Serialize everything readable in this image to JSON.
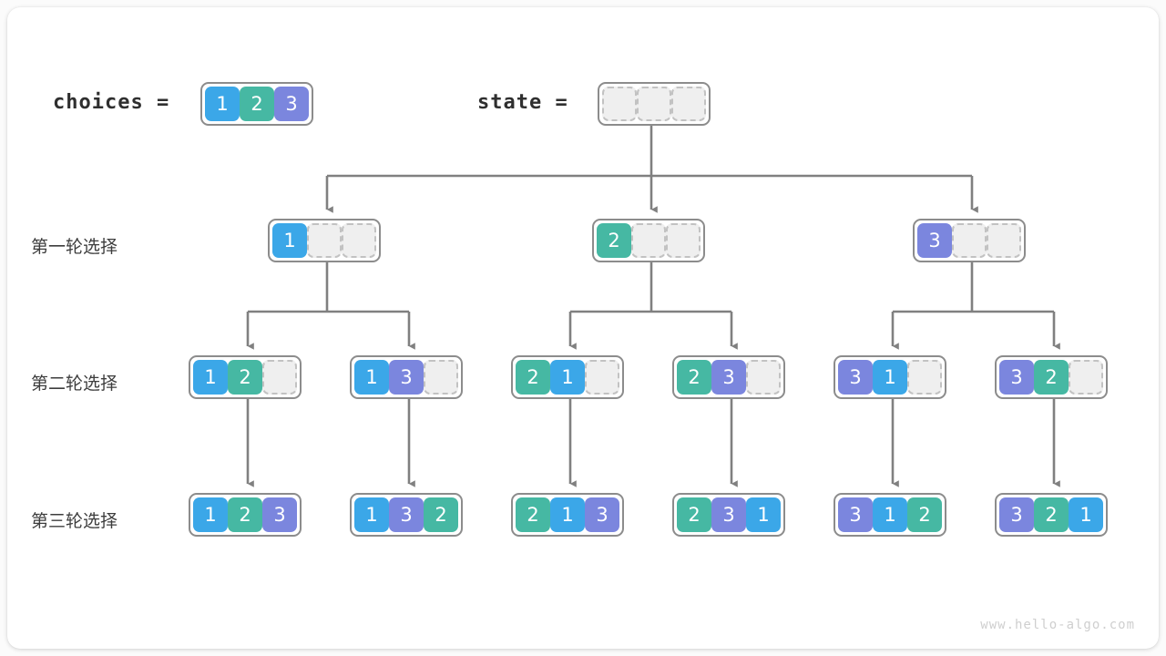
{
  "header": {
    "choices_label": "choices =",
    "state_label": "state =",
    "choices": [
      "1",
      "2",
      "3"
    ],
    "state": [
      "",
      "",
      ""
    ]
  },
  "rows": [
    {
      "label": "第一轮选择"
    },
    {
      "label": "第二轮选择"
    },
    {
      "label": "第三轮选择"
    }
  ],
  "level1": [
    {
      "cells": [
        "1",
        "",
        ""
      ]
    },
    {
      "cells": [
        "2",
        "",
        ""
      ]
    },
    {
      "cells": [
        "3",
        "",
        ""
      ]
    }
  ],
  "level2": [
    {
      "cells": [
        "1",
        "2",
        ""
      ]
    },
    {
      "cells": [
        "1",
        "3",
        ""
      ]
    },
    {
      "cells": [
        "2",
        "1",
        ""
      ]
    },
    {
      "cells": [
        "2",
        "3",
        ""
      ]
    },
    {
      "cells": [
        "3",
        "1",
        ""
      ]
    },
    {
      "cells": [
        "3",
        "2",
        ""
      ]
    }
  ],
  "level3": [
    {
      "cells": [
        "1",
        "2",
        "3"
      ]
    },
    {
      "cells": [
        "1",
        "3",
        "2"
      ]
    },
    {
      "cells": [
        "2",
        "1",
        "3"
      ]
    },
    {
      "cells": [
        "2",
        "3",
        "1"
      ]
    },
    {
      "cells": [
        "3",
        "1",
        "2"
      ]
    },
    {
      "cells": [
        "3",
        "2",
        "1"
      ]
    }
  ],
  "colors": {
    "value_1": "#3BA7E8",
    "value_2": "#46B8A3",
    "value_3": "#7B86DE",
    "empty_fill": "#efefef",
    "empty_border": "#c2c2c2",
    "box_border": "#8c8c8c",
    "connector": "#808080",
    "text": "#3d3d3d"
  },
  "footer": {
    "watermark": "www.hello-algo.com"
  }
}
